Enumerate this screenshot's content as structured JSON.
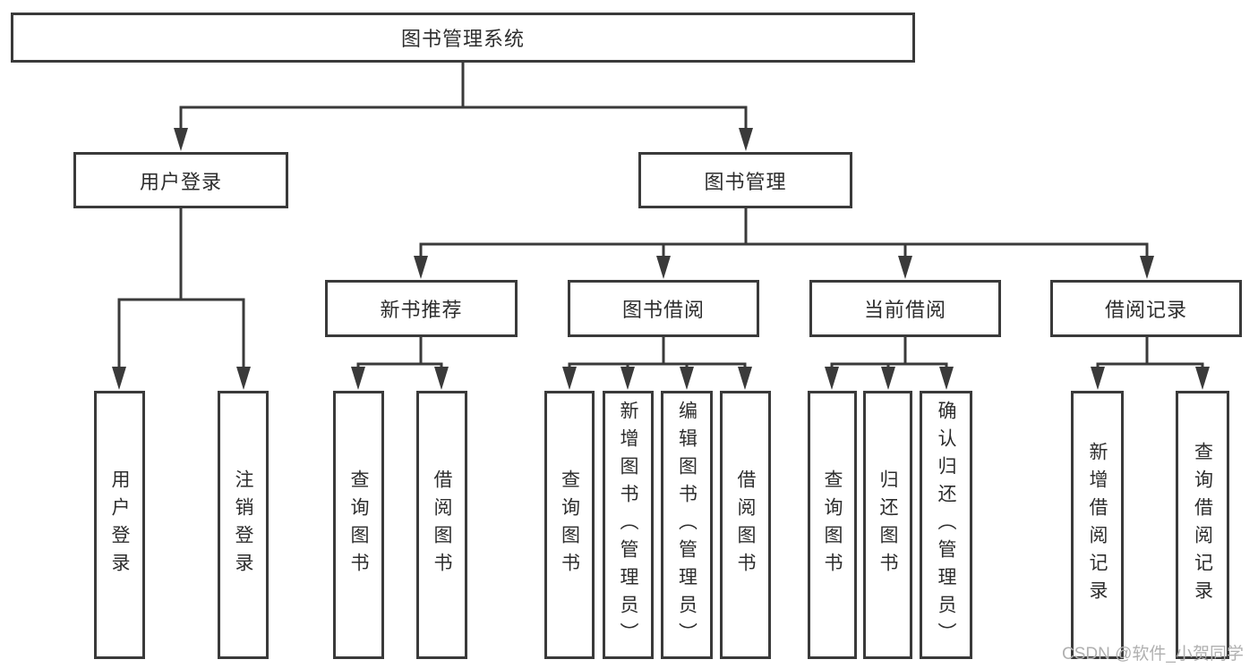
{
  "diagram": {
    "watermark": "CSDN @软件_小贺同学",
    "colors": {
      "line": "#3a3a3a",
      "text": "#2d2d2d",
      "box_fill": "#ffffff",
      "watermark_text": "#b0b0b0",
      "background": "#ffffff"
    },
    "tree": {
      "label": "图书管理系统",
      "children": [
        {
          "label": "用户登录",
          "children": [
            {
              "label": "用户登录"
            },
            {
              "label": "注销登录"
            }
          ]
        },
        {
          "label": "图书管理",
          "children": [
            {
              "label": "新书推荐",
              "children": [
                {
                  "label": "查询图书"
                },
                {
                  "label": "借阅图书"
                }
              ]
            },
            {
              "label": "图书借阅",
              "children": [
                {
                  "label": "查询图书"
                },
                {
                  "label": "新增图书（管理员）"
                },
                {
                  "label": "编辑图书（管理员）"
                },
                {
                  "label": "借阅图书"
                }
              ]
            },
            {
              "label": "当前借阅",
              "children": [
                {
                  "label": "查询图书"
                },
                {
                  "label": "归还图书"
                },
                {
                  "label": "确认归还（管理员）"
                }
              ]
            },
            {
              "label": "借阅记录",
              "children": [
                {
                  "label": "新增借阅记录"
                },
                {
                  "label": "查询借阅记录"
                }
              ]
            }
          ]
        }
      ]
    }
  }
}
